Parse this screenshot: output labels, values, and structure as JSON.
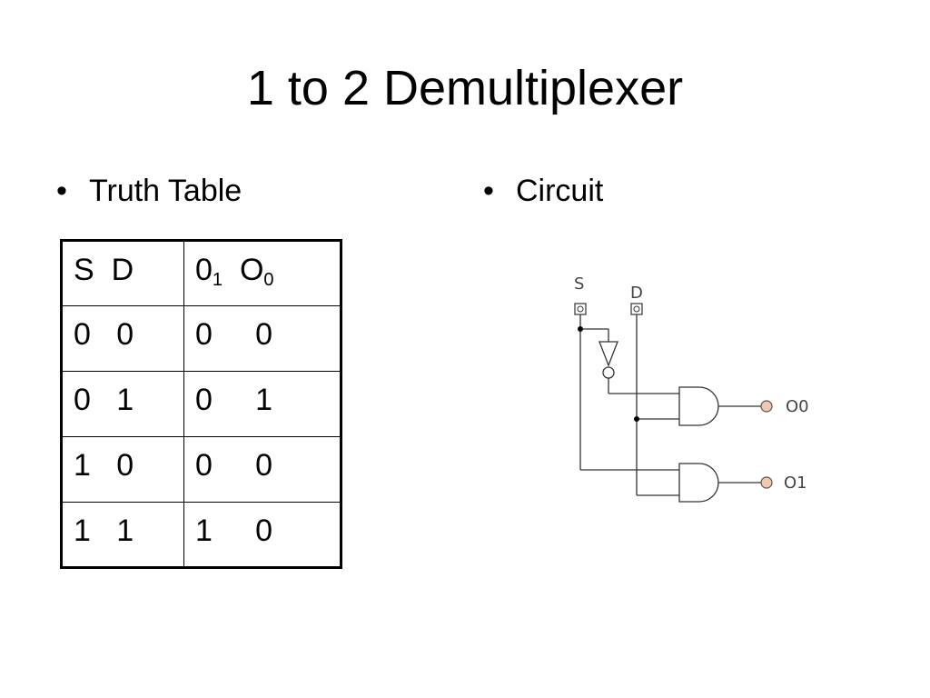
{
  "title": "1 to 2 Demultiplexer",
  "bullets": {
    "left": "Truth Table",
    "right": "Circuit",
    "marker": "•"
  },
  "truth_table": {
    "header": {
      "inputs": "S  D",
      "out1_base": "0",
      "out1_sub": "1",
      "out0_base": "O",
      "out0_sub": "0"
    },
    "rows": [
      {
        "inputs": "0   0",
        "outputs": "0     0"
      },
      {
        "inputs": "0   1",
        "outputs": "0     1"
      },
      {
        "inputs": "1   0",
        "outputs": "0     0"
      },
      {
        "inputs": "1   1",
        "outputs": "1     0"
      }
    ]
  },
  "circuit": {
    "input_s": "S",
    "input_d": "D",
    "output_0": "O0",
    "output_1": "O1",
    "output_dot_color": "#f2c9b0"
  }
}
